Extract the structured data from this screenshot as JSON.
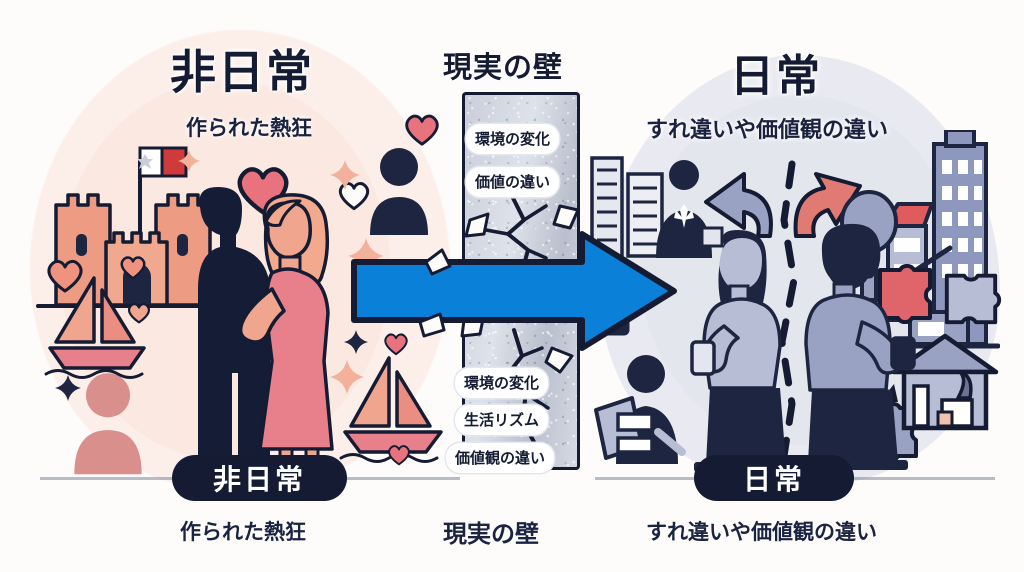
{
  "infographic": {
    "theme_colors": {
      "background": "#fdfcfb",
      "ink_navy": "#141b33",
      "romance_pink_bg": "#fceee9",
      "reality_grey_bg": "#e9eaf1",
      "coral": "#ee8e7c",
      "pink": "#e8808b",
      "arrow_blue": "#0a80d8",
      "periwinkle": "#9aa2c4",
      "wall_grey": "#c9ced9",
      "puzzle_red": "#e0656a"
    },
    "left_panel": {
      "title": "非日常",
      "subtitle": "作られた熱狂",
      "bottom_pill": "非日常",
      "bottom_caption": "作られた熱狂",
      "icons": [
        "castle-icon",
        "flag-icon",
        "heart-icon",
        "sailboat-icon",
        "sparkle-icon",
        "couple-silhouette",
        "person-silhouette"
      ]
    },
    "center_panel": {
      "title": "現実の壁",
      "bottom_caption": "現実の壁",
      "wall_labels_top": [
        "環境の変化",
        "価値の違い"
      ],
      "wall_labels_bottom": [
        "環境の変化",
        "生活リズム",
        "価値観の違い"
      ],
      "icons": [
        "cracked-wall-icon",
        "blue-arrow-icon",
        "debris-icon",
        "businessman-icon",
        "office-building-icon",
        "person-with-documents-icon"
      ]
    },
    "right_panel": {
      "title": "日常",
      "subtitle": "すれ違いや価値観の違い",
      "bottom_pill": "日常",
      "bottom_caption": "すれ違いや価値観の違い",
      "icons": [
        "curved-arrow-left-icon",
        "curved-arrow-right-icon",
        "woman-with-phone-silhouette",
        "man-with-phone-silhouette",
        "dashed-divider-icon",
        "puzzle-piece-icon",
        "house-icon",
        "city-skyline-icon",
        "tree-icon"
      ]
    }
  }
}
